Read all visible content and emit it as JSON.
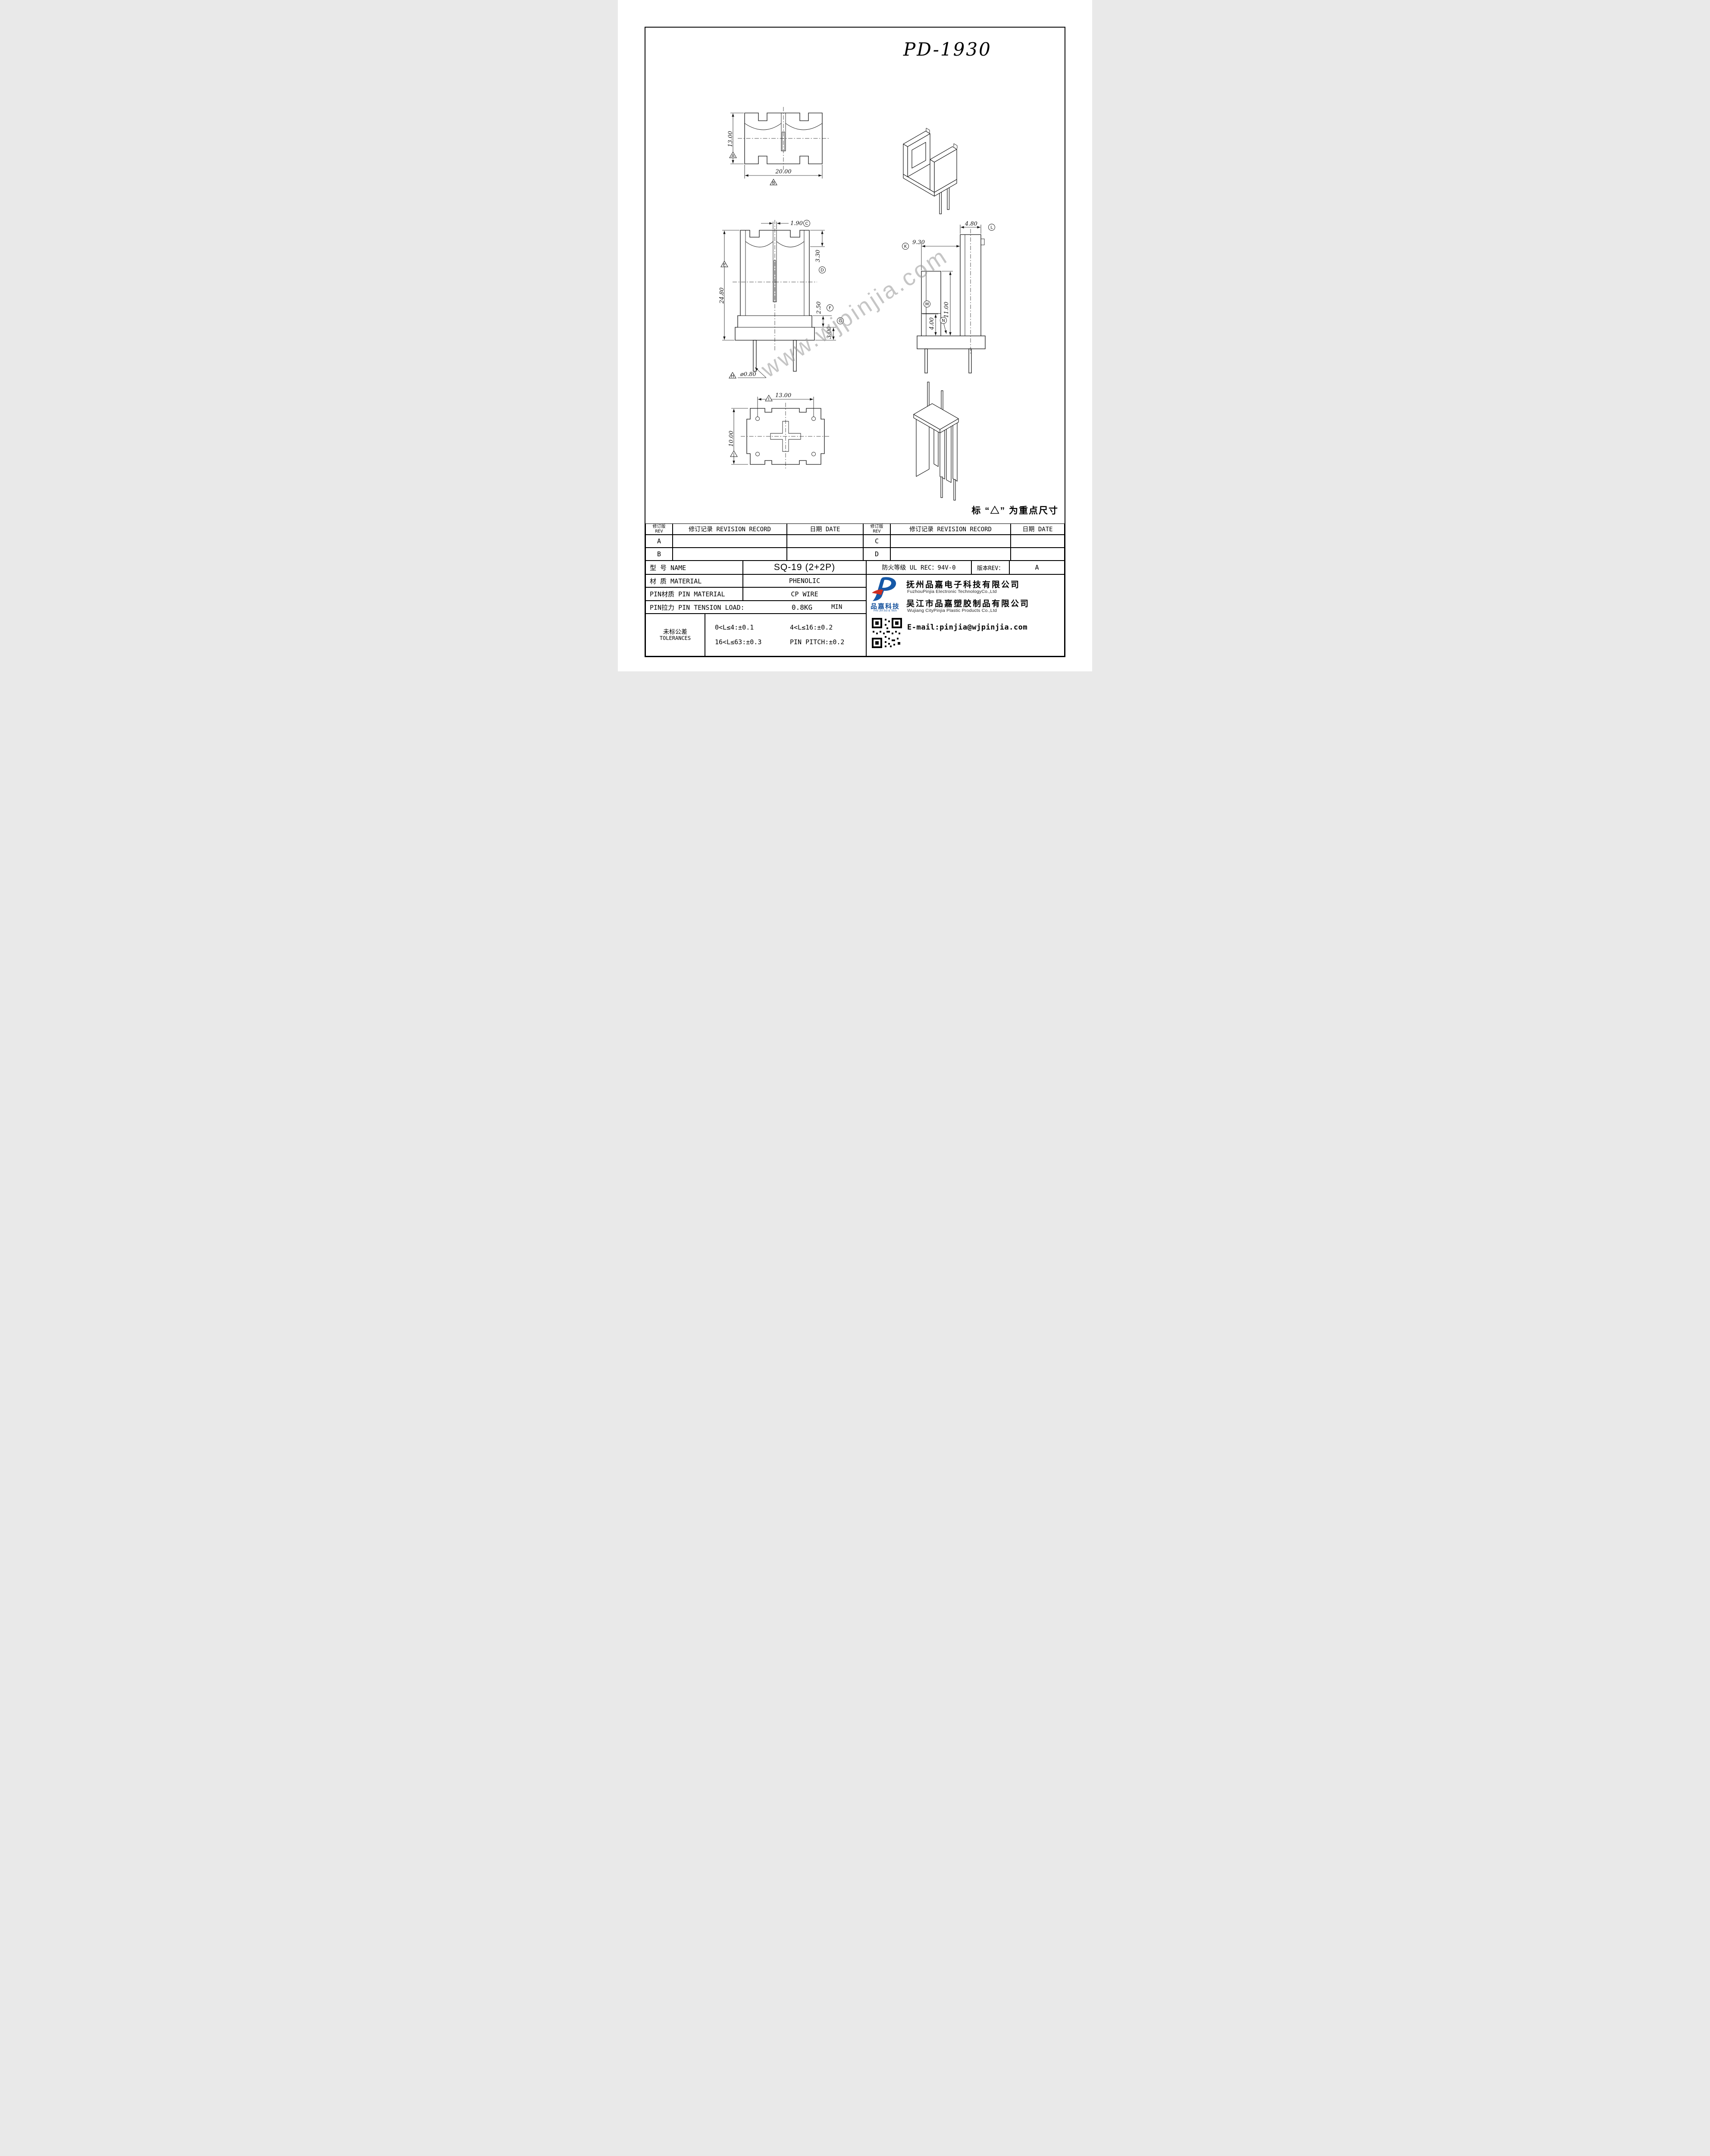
{
  "meta": {
    "part_number": "PD-1930",
    "watermark": "www.wjpinjia.com",
    "key_note": "标 “△” 为重点尺寸"
  },
  "dims": {
    "front": {
      "height": "13.00",
      "height_mark": "A",
      "width": "20.00",
      "width_mark": "B"
    },
    "front_large": {
      "slot": "1.90",
      "slot_mark": "C",
      "top_seg": "3.30",
      "top_seg_mark": "D",
      "total_height": "24.80",
      "total_height_mark": "E",
      "flange1": "2.50",
      "flange1_mark": "F",
      "flange2": "3.00",
      "flange2_mark": "G",
      "pin_dia": "ø0.80",
      "pin_dia_mark": "H"
    },
    "side": {
      "depth": "9.30",
      "depth_mark": "K",
      "top_width": "4.80",
      "top_width_mark": "L",
      "wall_height": "11.00",
      "base_height": "4.00",
      "base_mark": "M",
      "aux_mark": "N"
    },
    "top": {
      "width": "13.00",
      "width_mark": "I",
      "height": "10.00",
      "height_mark": "J"
    }
  },
  "revision_table": {
    "rev_header_cn": "修订版",
    "rev_header_en": "REV",
    "record_header": "修订记录 REVISION RECORD",
    "date_header": "日期 DATE",
    "rows": [
      {
        "left": "A",
        "right": "C"
      },
      {
        "left": "B",
        "right": "D"
      }
    ]
  },
  "title_block": {
    "name_label": "型 号 NAME",
    "name_value": "SQ-19 (2+2P)",
    "fire_rating": "防火等级 UL REC：94V-0",
    "rev_label": "版本REV：",
    "rev_value": "A",
    "material_label": "材 质 MATERIAL",
    "material_value": "PHENOLIC",
    "pin_material_label": "PIN材质 PIN MATERIAL",
    "pin_material_value": "CP WIRE",
    "pin_tension_label": "PIN拉力 PIN TENSION LOAD:",
    "pin_tension_value": "0.8KG",
    "pin_tension_unit": "MIN",
    "tolerance_label_cn": "未标公差",
    "tolerance_label_en": "TOLERANCES",
    "tolerance_line1a": "0<L≤4:±0.1",
    "tolerance_line1b": "4<L≤16:±0.2",
    "tolerance_line2a": "16<L≤63:±0.3",
    "tolerance_line2b": "PIN PITCH:±0.2",
    "company": {
      "logo_text": "品嘉科技",
      "logo_sub": "PIN JIA Sci  & Tech",
      "brand_blue": "#1558a7",
      "brand_red": "#cf2e21",
      "company1_cn": "抚州品嘉电子科技有限公司",
      "company1_en": "FuzhouPinjia Electronic TechnologyCo.,Ltd",
      "company2_cn": "吴江市品嘉塑胶制品有限公司",
      "company2_en": "Wujiang CityPinjia  Plastic Products Co.,Ltd",
      "email": "E-mail:pinjia@wjpinjia.com"
    }
  }
}
